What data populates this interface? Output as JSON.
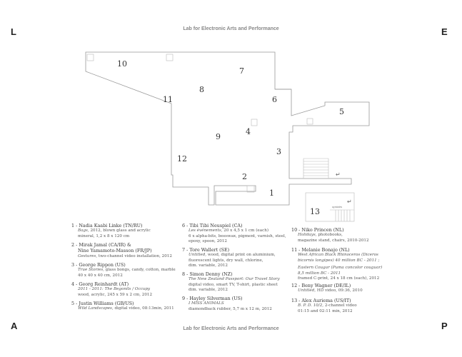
{
  "header": {
    "top_title": "Lab for Electronic Arts and Performance",
    "bottom_title": "Lab for Electronic Arts and Performance"
  },
  "corners": {
    "tl": "L",
    "tr": "E",
    "bl": "A",
    "br": "P"
  },
  "plan": {
    "rooms": [
      "1",
      "2",
      "3",
      "4",
      "5",
      "6",
      "7",
      "8",
      "9",
      "10",
      "11",
      "12",
      "13"
    ],
    "upstairs_label": "upstairs"
  },
  "entries": [
    {
      "num": "1 -",
      "name": "Nadia Kaabi Linke (TN/RU)",
      "lines": [
        {
          "i": "Bags,",
          "t": " 2012, blown glass and acrylic"
        },
        {
          "i": "",
          "t": "mineral, 1,2 x 8 x 120 cm"
        }
      ]
    },
    {
      "num": "2 -",
      "name": "Mirak Jamal (CA/IR) &",
      "name2": "Nine Yamamoto-Masson (FR/JP)",
      "lines": [
        {
          "i": "Gestures,",
          "t": " two-channel video installation, 2012"
        }
      ]
    },
    {
      "num": "3 -",
      "name": "George Rippon (US)",
      "lines": [
        {
          "i": "True Stories,",
          "t": " glass bongs, candy, cotton, marble"
        },
        {
          "i": "",
          "t": "40 x 40 x 40 cm, 2012"
        }
      ]
    },
    {
      "num": "4 -",
      "name": "Georg Reinhardt (AT)",
      "lines": [
        {
          "i": "2011 - 2011: The Begonils / Occupy",
          "t": ""
        },
        {
          "i": "",
          "t": "wood, acrylic, 245 x 59 x 2 cm, 2012"
        }
      ]
    },
    {
      "num": "5 -",
      "name": "Justin Williams (GB/US)",
      "lines": [
        {
          "i": "Wild Landscapes,",
          "t": " digital video, 08:13min, 2011"
        }
      ]
    },
    {
      "num": "6 -",
      "name": "Tibi Tibi Neuspiel (CA)",
      "lines": [
        {
          "i": "Les événements,",
          "t": " 20 x 4,5 x 1 cm (each)"
        },
        {
          "i": "",
          "t": "6 x alpha-bits, beeswax, pigment, varnish, steel,"
        },
        {
          "i": "",
          "t": "epoxy, spoon, 2012"
        }
      ]
    },
    {
      "num": "7 -",
      "name": "Tore Wallert (SE)",
      "lines": [
        {
          "i": "Untitled,",
          "t": " wood, digital print on aluminium,"
        },
        {
          "i": "",
          "t": "fluorescent lights, dry wall, chlorine,"
        },
        {
          "i": "",
          "t": "dim. variable, 2012"
        }
      ]
    },
    {
      "num": "8 -",
      "name": "Simon Denny (NZ)",
      "lines": [
        {
          "i": "The New Zealand Passport: Our Travel Story",
          "t": ""
        },
        {
          "i": "",
          "t": "digital video, smart TV, T-shirt, plastic sheet"
        },
        {
          "i": "",
          "t": "dim. variable, 2012"
        }
      ]
    },
    {
      "num": "9 -",
      "name": "Hayley Silverman (US)",
      "lines": [
        {
          "i": "I MISS ANIMALS",
          "t": ""
        },
        {
          "i": "",
          "t": "diamondback rubber, 5,7 m x 12 m, 2012"
        }
      ]
    },
    {
      "num": "10 -",
      "name": "Niko Princen (NL)",
      "lines": [
        {
          "i": "Holidays,",
          "t": " photobooks,"
        },
        {
          "i": "",
          "t": "magazine stand, chairs, 2010-2012"
        }
      ]
    },
    {
      "num": "11 -",
      "name": "Melanie Bonajo (NL)",
      "lines": [
        {
          "i": "West African Black Rhinoceros (Diceros",
          "t": ""
        },
        {
          "i": "bicornis longipes) 40 million BC - 2011 ;",
          "t": ""
        },
        {
          "i": "",
          "t": ""
        },
        {
          "i": "Eastern Cougar (Puma concolor couguar)",
          "t": ""
        },
        {
          "i": "8,5 million BC - 2011",
          "t": ""
        },
        {
          "i": "",
          "t": "framed C-print, 24 x 18 cm (each), 2012"
        }
      ]
    },
    {
      "num": "12 -",
      "name": "Beny Wagner (DE/IL)",
      "lines": [
        {
          "i": "Untitled,",
          "t": " HD video, 09:36, 2010"
        }
      ]
    },
    {
      "num": "13 -",
      "name": "Alex Auriema (US/IT)",
      "lines": [
        {
          "i": "B. P. D. 10/2,",
          "t": " 2-channel video"
        },
        {
          "i": "",
          "t": "01:15 and 02:11 min, 2012"
        }
      ]
    }
  ]
}
